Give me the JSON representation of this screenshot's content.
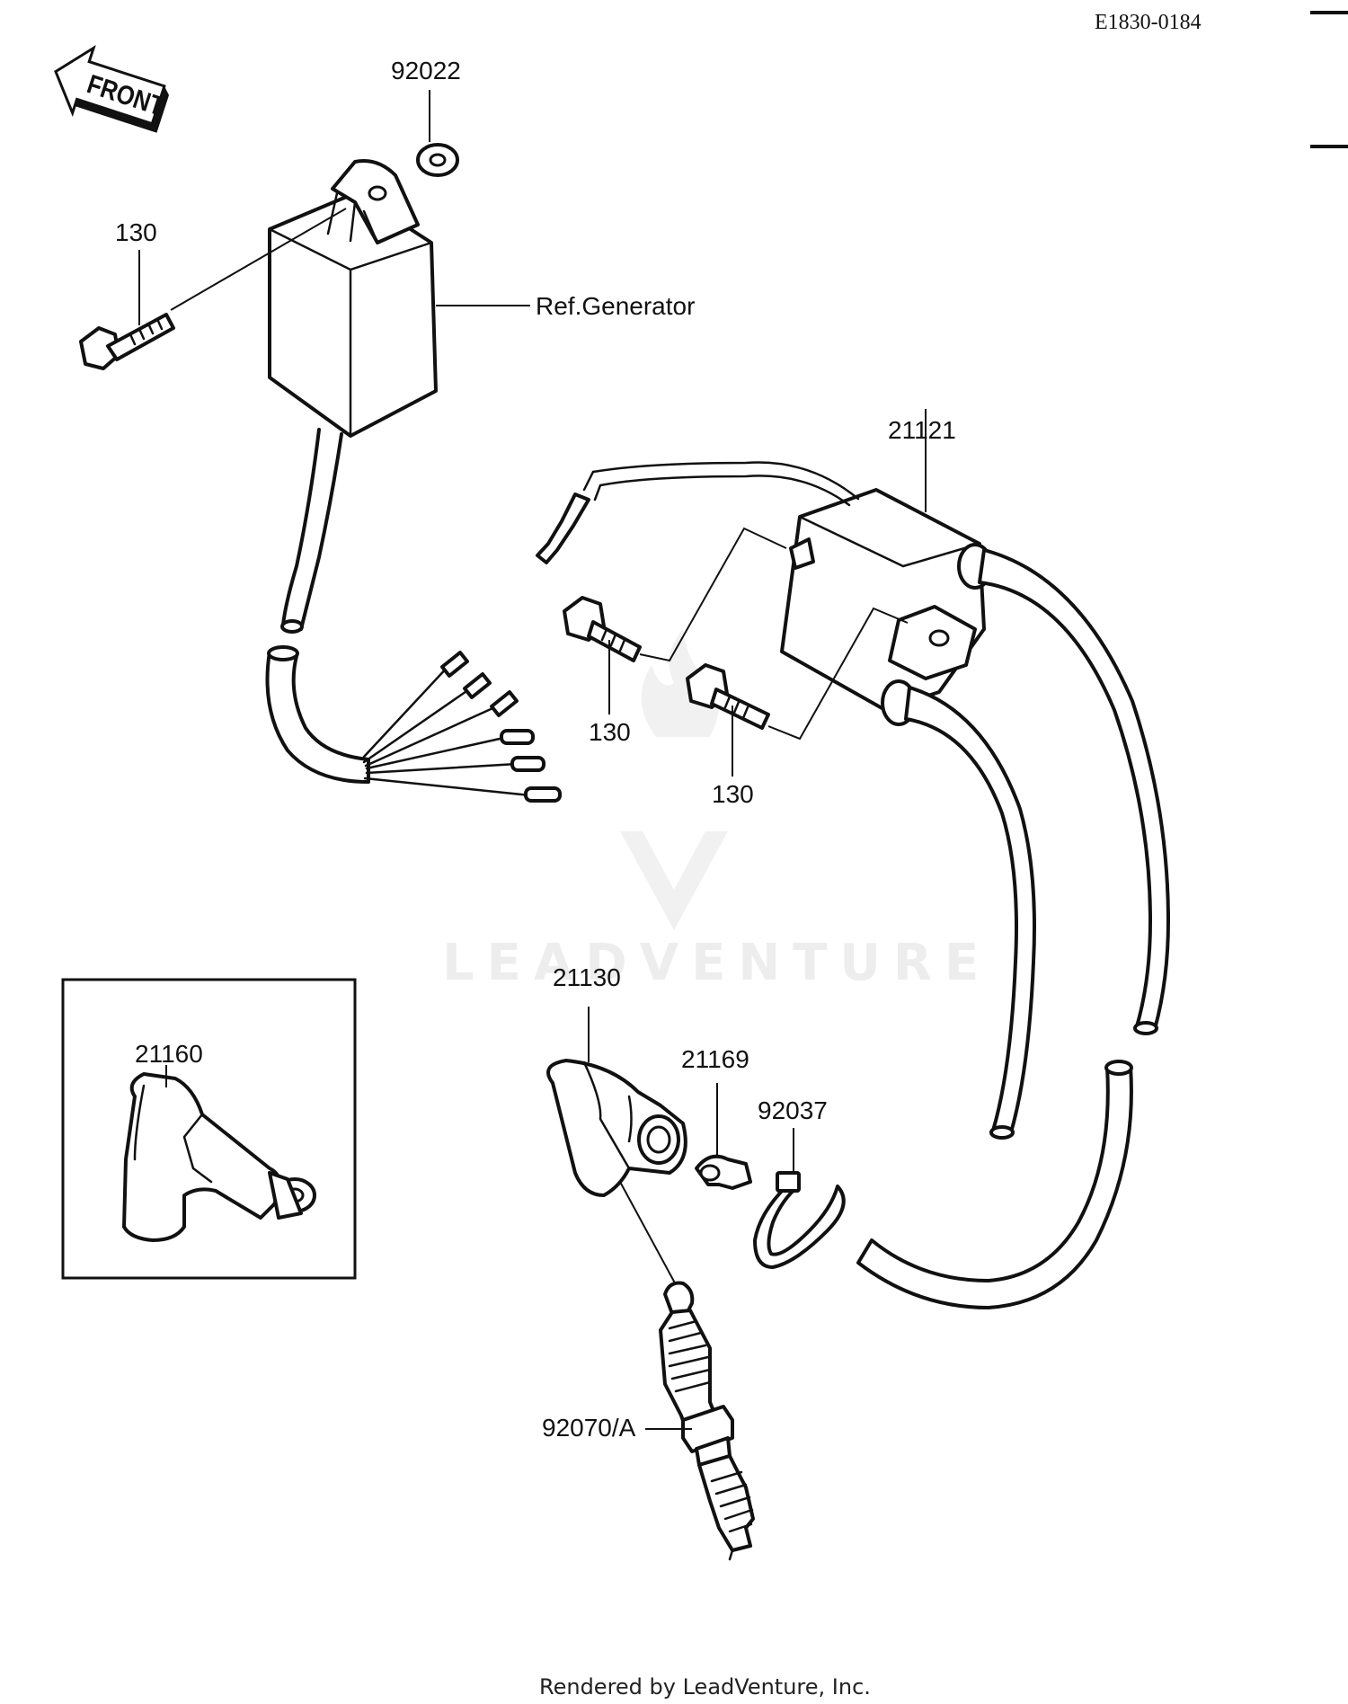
{
  "diagram_code": "E1830-0184",
  "front_label": "FRONT",
  "watermark": "LEADVENTURE",
  "footer": "Rendered by LeadVenture, Inc.",
  "callouts": {
    "washer": "92022",
    "cdi_bolt": "130",
    "ref_generator": "Ref.Generator",
    "ignition_coil": "21121",
    "coil_bolt_1": "130",
    "coil_bolt_2": "130",
    "cap_inset": "21160",
    "plug_cap": "21130",
    "clamp": "21169",
    "band": "92037",
    "spark_plug": "92070/A"
  }
}
